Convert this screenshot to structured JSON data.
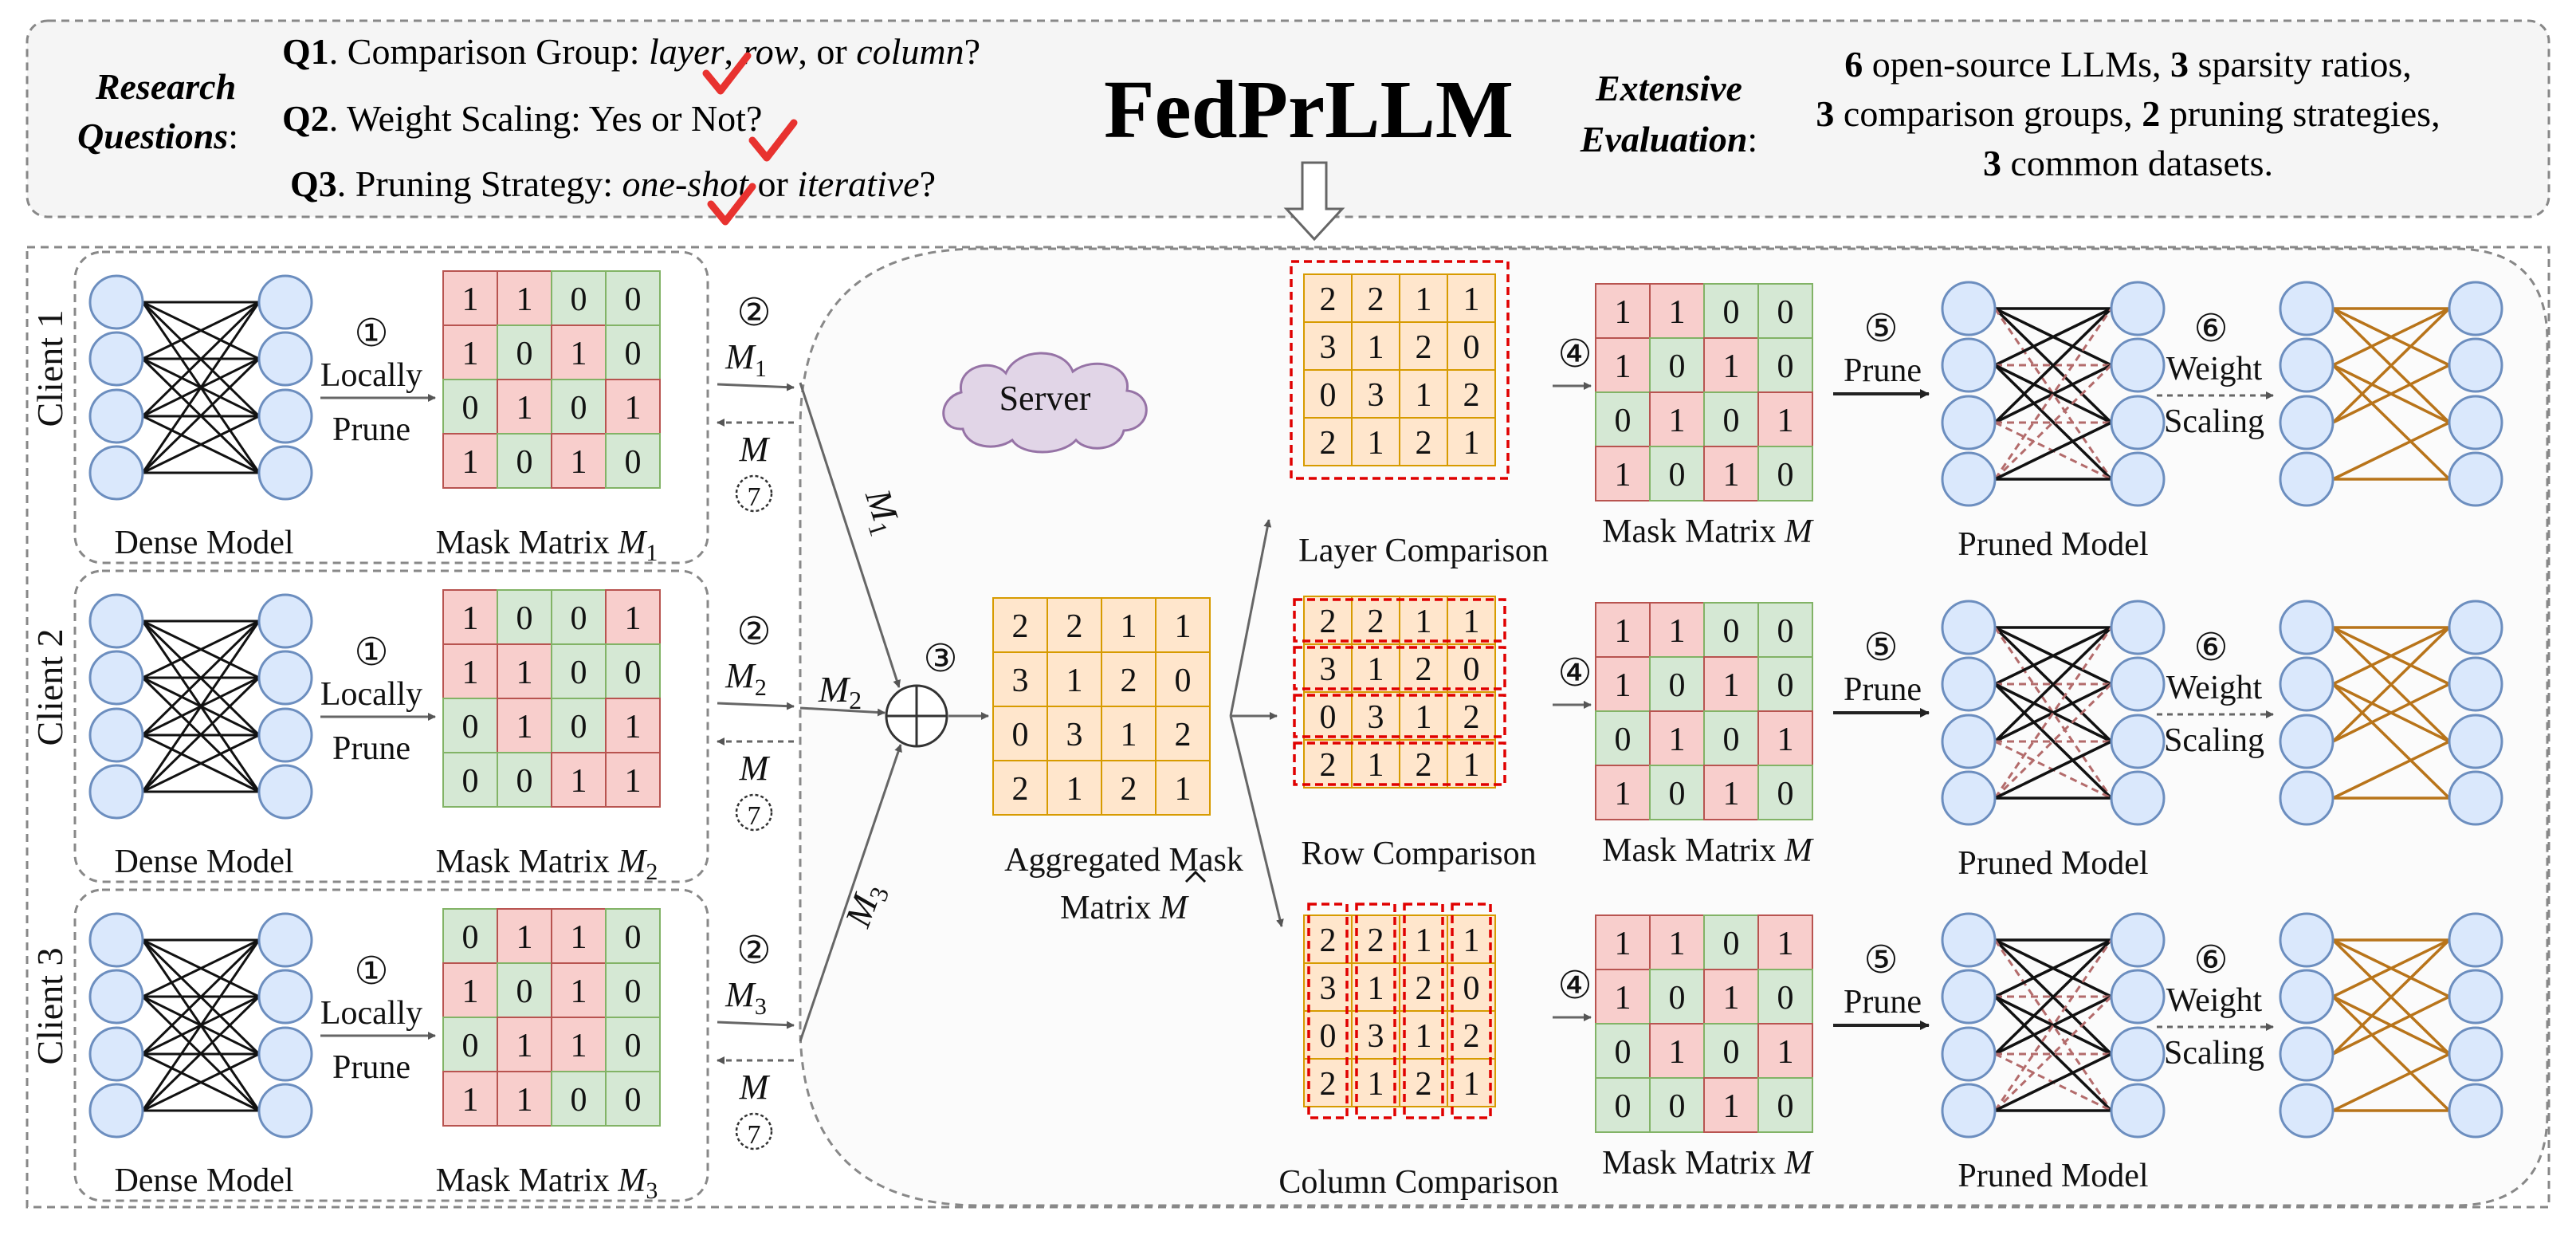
{
  "header": {
    "rq_label_1": "Research",
    "rq_label_2": "Questions",
    "q1_num": "Q1",
    "q1_lead": ". Comparison Group: ",
    "q1_opt1": "layer",
    "q1_sep1": ", ",
    "q1_opt2": "row",
    "q1_sep2": ", or ",
    "q1_opt3": "column",
    "q1_end": "?",
    "q2_num": "Q2",
    "q2_text": ". Weight Scaling: Yes or Not?",
    "q3_num": "Q3",
    "q3_lead": ". Pruning Strategy: ",
    "q3_opt1": "one-shot",
    "q3_sep": " or ",
    "q3_opt2": "iterative",
    "q3_end": "?",
    "title": "FedPrLLM",
    "ev_label_1": "Extensive",
    "ev_label_2": "Evaluation",
    "ev_line1_n": "6",
    "ev_line1": " open-source LLMs, ",
    "ev_line1_n2": "3",
    "ev_line1_b": " sparsity ratios,",
    "ev_line2_n": "3",
    "ev_line2": " comparison groups, ",
    "ev_line2_n2": "2",
    "ev_line2_b": " pruning strategies,",
    "ev_line3_n": "3",
    "ev_line3": " common datasets."
  },
  "clients": [
    {
      "label": "Client 1",
      "sub": "1",
      "mask": [
        [
          1,
          1,
          0,
          0
        ],
        [
          1,
          0,
          1,
          0
        ],
        [
          0,
          1,
          0,
          1
        ],
        [
          1,
          0,
          1,
          0
        ]
      ]
    },
    {
      "label": "Client 2",
      "sub": "2",
      "mask": [
        [
          1,
          0,
          0,
          1
        ],
        [
          1,
          1,
          0,
          0
        ],
        [
          0,
          1,
          0,
          1
        ],
        [
          0,
          0,
          1,
          1
        ]
      ]
    },
    {
      "label": "Client 3",
      "sub": "3",
      "mask": [
        [
          0,
          1,
          1,
          0
        ],
        [
          1,
          0,
          1,
          0
        ],
        [
          0,
          1,
          1,
          0
        ],
        [
          1,
          1,
          0,
          0
        ]
      ]
    }
  ],
  "labels": {
    "dense_model": "Dense Model",
    "mask_matrix": "Mask Matrix",
    "locally": "Locally",
    "prune": "Prune",
    "m": "M",
    "server": "Server",
    "agg_line1": "Aggregated Mask",
    "agg_line2": "Matrix",
    "layer_comparison": "Layer Comparison",
    "row_comparison": "Row Comparison",
    "column_comparison": "Column Comparison",
    "pruned_model": "Pruned Model",
    "weight": "Weight",
    "scaling": "Scaling",
    "step1": "①",
    "step2": "②",
    "step3": "③",
    "step4": "④",
    "step5": "⑤",
    "step6": "⑥",
    "step7": "⑦"
  },
  "aggregated": [
    [
      2,
      2,
      1,
      1
    ],
    [
      3,
      1,
      2,
      0
    ],
    [
      0,
      3,
      1,
      2
    ],
    [
      2,
      1,
      2,
      1
    ]
  ],
  "result_masks": [
    [
      [
        1,
        1,
        0,
        0
      ],
      [
        1,
        0,
        1,
        0
      ],
      [
        0,
        1,
        0,
        1
      ],
      [
        1,
        0,
        1,
        0
      ]
    ],
    [
      [
        1,
        1,
        0,
        0
      ],
      [
        1,
        0,
        1,
        0
      ],
      [
        0,
        1,
        0,
        1
      ],
      [
        1,
        0,
        1,
        0
      ]
    ],
    [
      [
        1,
        1,
        0,
        1
      ],
      [
        1,
        0,
        1,
        0
      ],
      [
        0,
        1,
        0,
        1
      ],
      [
        0,
        0,
        1,
        0
      ]
    ]
  ],
  "colors": {
    "pink": "#f8cecc",
    "pink_stroke": "#b85450",
    "green": "#d5e8d4",
    "green_stroke": "#82b366",
    "orange": "#ffe6cc",
    "orange_stroke": "#d79b00",
    "node": "#dae8fc",
    "node_stroke": "#6c8ebf",
    "cloud": "#e1d5e7",
    "cloud_stroke": "#9673a6",
    "red_dash": "#e00000",
    "pruned_edge": "#b36b6b",
    "scaled_edge": "#b8741a",
    "check": "#e8322f"
  }
}
